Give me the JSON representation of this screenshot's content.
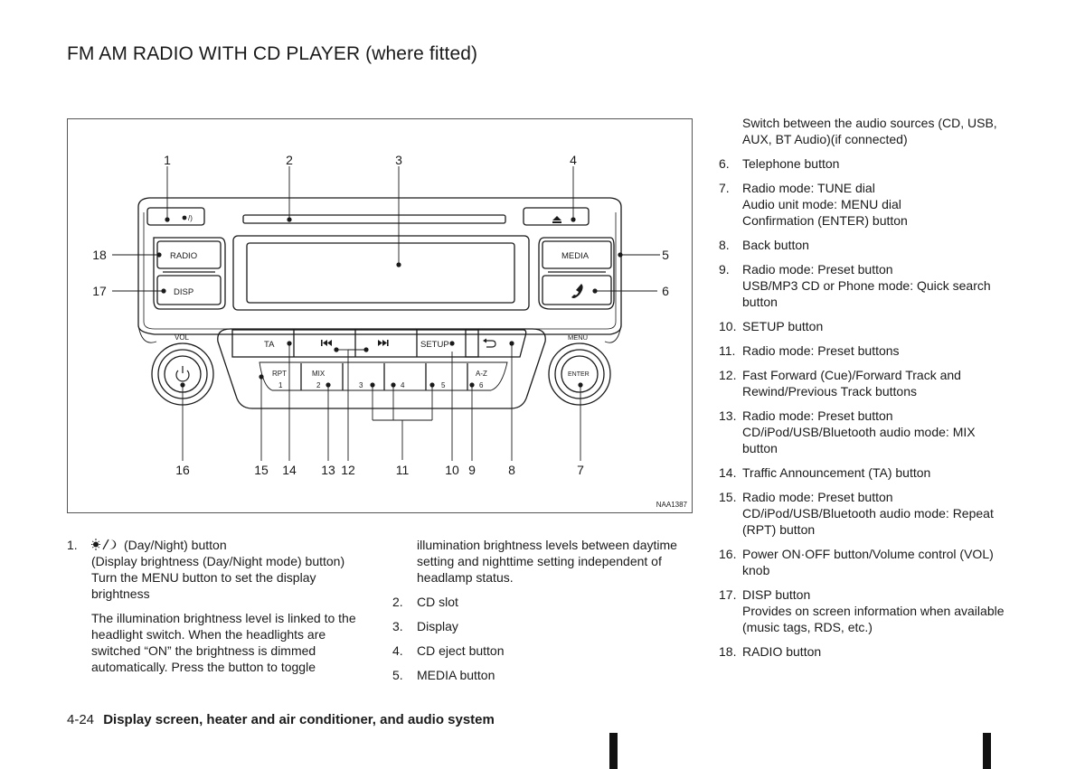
{
  "page": {
    "title": "FM AM RADIO WITH CD PLAYER (where fitted)",
    "footer_page": "4-24",
    "footer_section": "Display screen, heater and air conditioner, and audio system"
  },
  "figure": {
    "code": "NAA1387",
    "callouts": [
      "1",
      "2",
      "3",
      "4",
      "5",
      "6",
      "7",
      "8",
      "9",
      "10",
      "11",
      "12",
      "13",
      "14",
      "15",
      "16",
      "17",
      "18"
    ],
    "panel_labels": {
      "radio": "RADIO",
      "disp": "DISP",
      "media": "MEDIA",
      "ta": "TA",
      "setup": "SETUP",
      "vol": "VOL",
      "menu": "MENU",
      "enter": "ENTER",
      "rpt": "RPT",
      "mix": "MIX",
      "az": "A-Z",
      "p1": "1",
      "p2": "2",
      "p3": "3",
      "p4": "4",
      "p5": "5",
      "p6": "6"
    },
    "icons": [
      "sun-moon-icon",
      "eject-icon",
      "phone-icon",
      "power-icon",
      "rewind-icon",
      "forward-icon",
      "back-arrow-icon"
    ]
  },
  "col1": {
    "item1_num": "1.",
    "item1_lines": [
      "(Day/Night) button",
      "(Display brightness (Day/Night mode) button)",
      "Turn the MENU button to set the display",
      "brightness"
    ],
    "item1_para": [
      "The illumination brightness level is linked to the",
      "headlight switch. When the headlights are",
      "switched “ON” the brightness is dimmed",
      "automatically. Press the button to toggle"
    ]
  },
  "col2": {
    "cont_lines": [
      "illumination brightness levels between daytime",
      "setting and nighttime setting independent of",
      "headlamp status."
    ],
    "items": [
      {
        "num": "2.",
        "lines": [
          "CD slot"
        ]
      },
      {
        "num": "3.",
        "lines": [
          "Display"
        ]
      },
      {
        "num": "4.",
        "lines": [
          "CD eject button"
        ]
      },
      {
        "num": "5.",
        "lines": [
          "MEDIA button"
        ]
      }
    ]
  },
  "col3": {
    "cont_lines": [
      "Switch between the audio sources (CD, USB,",
      "AUX, BT Audio)(if connected)"
    ],
    "items": [
      {
        "num": "6.",
        "lines": [
          "Telephone button"
        ]
      },
      {
        "num": "7.",
        "lines": [
          "Radio mode: TUNE dial",
          "Audio unit mode: MENU dial",
          "Confirmation (ENTER) button"
        ]
      },
      {
        "num": "8.",
        "lines": [
          "Back button"
        ]
      },
      {
        "num": "9.",
        "lines": [
          "Radio mode: Preset button",
          "USB/MP3 CD or Phone mode: Quick search",
          "button"
        ]
      },
      {
        "num": "10.",
        "lines": [
          "SETUP button"
        ]
      },
      {
        "num": "11.",
        "lines": [
          "Radio mode: Preset buttons"
        ]
      },
      {
        "num": "12.",
        "lines": [
          "Fast Forward (Cue)/Forward Track and",
          "Rewind/Previous Track buttons"
        ]
      },
      {
        "num": "13.",
        "lines": [
          "Radio mode: Preset button",
          "CD/iPod/USB/Bluetooth audio mode: MIX",
          "button"
        ]
      },
      {
        "num": "14.",
        "lines": [
          "Traffic Announcement (TA) button"
        ]
      },
      {
        "num": "15.",
        "lines": [
          "Radio mode: Preset button",
          "CD/iPod/USB/Bluetooth audio mode: Repeat",
          "(RPT) button"
        ]
      },
      {
        "num": "16.",
        "lines": [
          "Power ON·OFF button/Volume control (VOL)",
          "knob"
        ]
      },
      {
        "num": "17.",
        "lines": [
          "DISP button",
          "Provides on screen information when available",
          "(music tags, RDS, etc.)"
        ]
      },
      {
        "num": "18.",
        "lines": [
          "RADIO button"
        ]
      }
    ]
  }
}
